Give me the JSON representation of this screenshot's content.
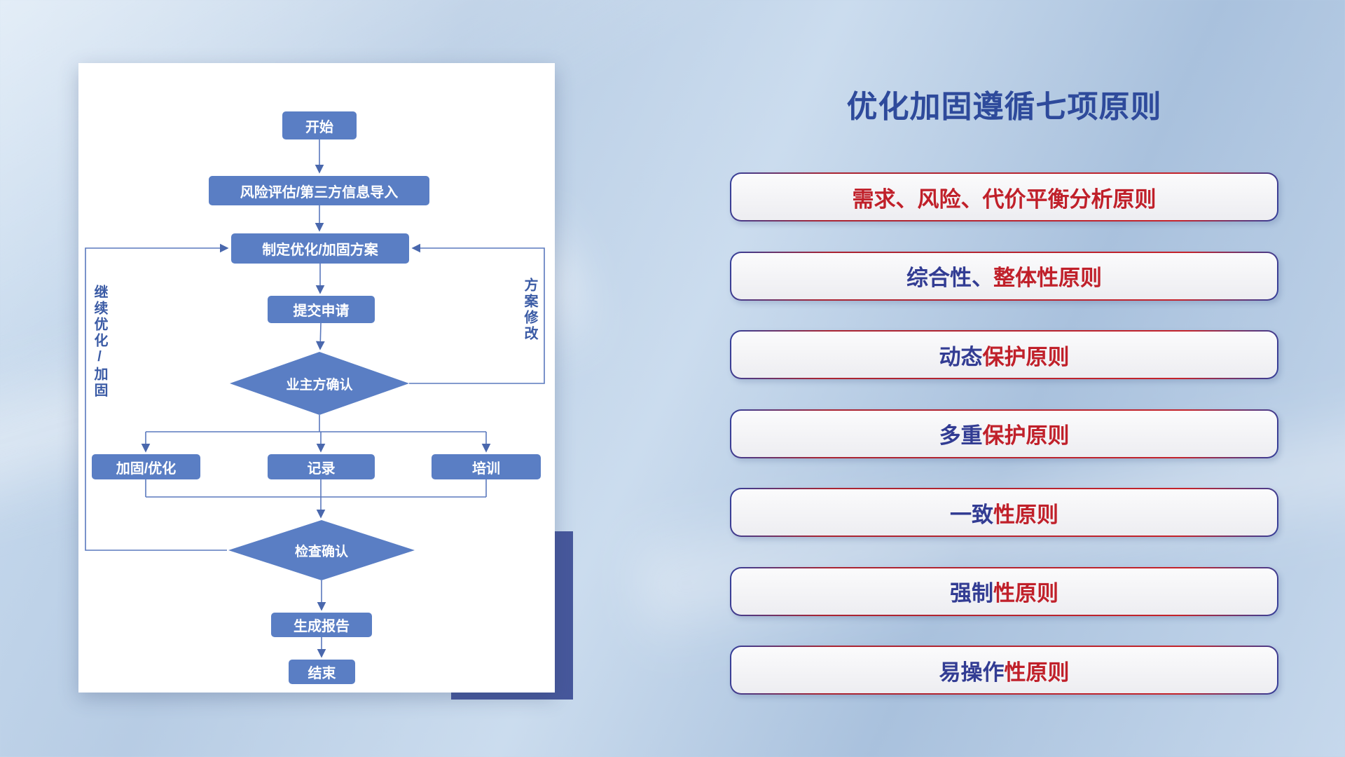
{
  "right_panel": {
    "title": "优化加固遵循七项原则",
    "principles": [
      {
        "blue": "",
        "red": "需求、风险、代价平衡分析原则"
      },
      {
        "blue": "综合性、",
        "red": "整体性原则"
      },
      {
        "blue": "动态",
        "red": "保护原则"
      },
      {
        "blue": "多重",
        "red": "保护原则"
      },
      {
        "blue": "一致",
        "red": "性原则"
      },
      {
        "blue": "强制",
        "red": "性原则"
      },
      {
        "blue": "易操作",
        "red": "性原则"
      }
    ]
  },
  "flowchart": {
    "start": "开始",
    "risk_import": "风险评估/第三方信息导入",
    "make_plan": "制定优化/加固方案",
    "submit": "提交申请",
    "owner_confirm": "业主方确认",
    "reinforce": "加固/优化",
    "record": "记录",
    "training": "培训",
    "check_confirm": "检查确认",
    "report": "生成报告",
    "end": "结束",
    "left_loop_label": "继续优化/加固",
    "right_loop_label": "方案修改"
  },
  "colors": {
    "node_blue": "#5a7ec4",
    "line_blue": "#5a78bd",
    "title_blue": "#2e4a9b",
    "principle_red": "#c0202a",
    "principle_blue": "#323c93",
    "accent_rect": "#47589c",
    "card_bg": "#ffffff"
  }
}
